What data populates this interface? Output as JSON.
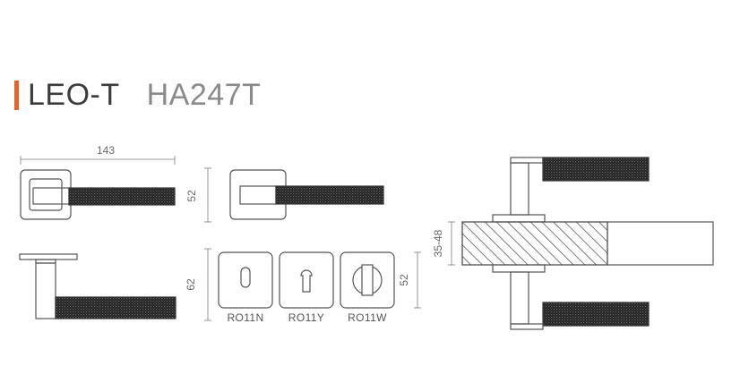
{
  "header": {
    "model_name": "LEO-T",
    "model_code": "HA247T",
    "accent_color": "#e8632a"
  },
  "dimensions": {
    "handle_length": "143",
    "rose_height": "52",
    "projection": "62",
    "escutcheon_height": "52",
    "door_thickness": "35-48"
  },
  "escutcheons": [
    {
      "label": "RO11N"
    },
    {
      "label": "RO11Y"
    },
    {
      "label": "RO11W"
    }
  ],
  "colors": {
    "line": "#555555",
    "dim_line": "#7a7a7a",
    "grip": "#2a2a2a",
    "hatch": "#444444"
  }
}
